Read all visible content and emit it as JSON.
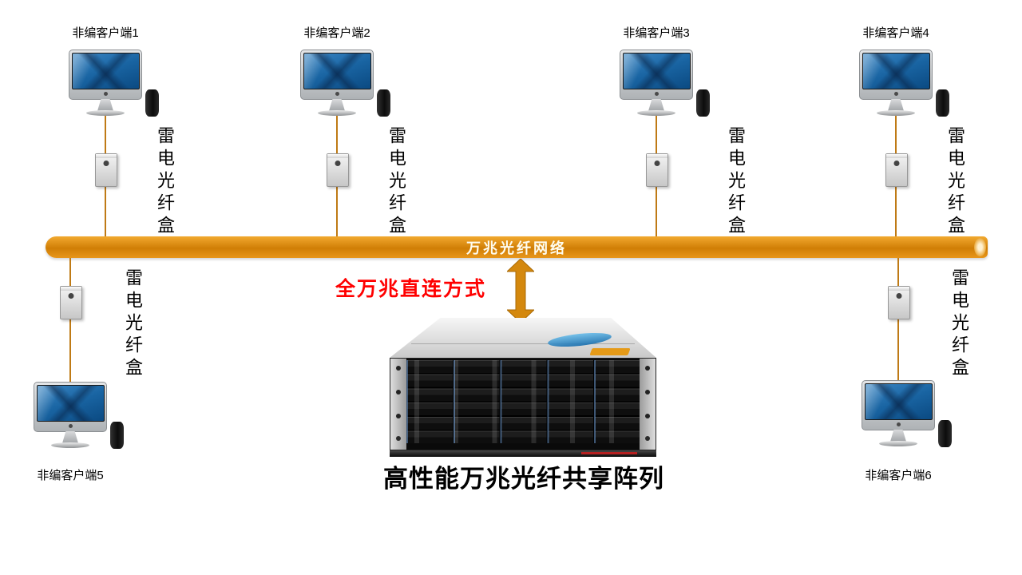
{
  "clients": [
    {
      "label": "非编客户端1"
    },
    {
      "label": "非编客户端2"
    },
    {
      "label": "非编客户端3"
    },
    {
      "label": "非编客户端4"
    },
    {
      "label": "非编客户端5"
    },
    {
      "label": "非编客户端6"
    }
  ],
  "fiber_box": {
    "label": "雷电光纤盒"
  },
  "network_bar": {
    "label": "万兆光纤网络"
  },
  "annotation": {
    "label": "全万兆直连方式"
  },
  "storage_array": {
    "label": "高性能万兆光纤共享阵列"
  },
  "colors": {
    "backbone_bar": "#D8860B",
    "cable_line": "#BF7A15",
    "annotation_text": "#FF0000",
    "screen_blue": "#1964A2"
  }
}
